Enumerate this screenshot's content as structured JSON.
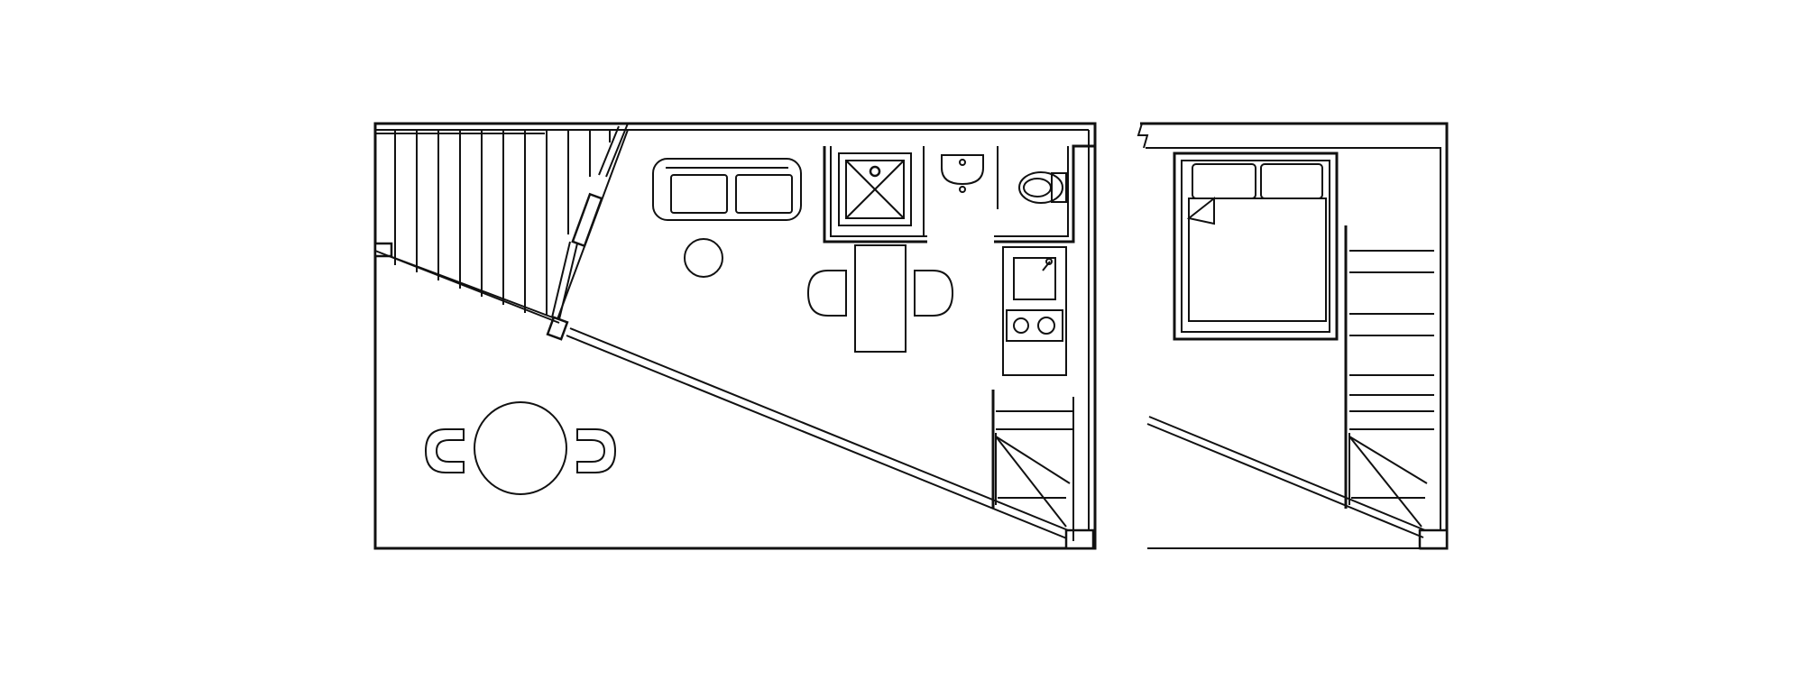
{
  "diagram": {
    "type": "floor-plan",
    "colors": {
      "line": "#111111",
      "background": "#ffffff"
    },
    "levels": [
      {
        "name": "ground-floor",
        "elements": [
          "terrace-decking",
          "sofa",
          "side-table",
          "dining-table",
          "chair",
          "chair",
          "shower",
          "washbasin",
          "toilet",
          "sink",
          "cooktop",
          "staircase",
          "round-table",
          "chair",
          "chair",
          "window"
        ]
      },
      {
        "name": "upper-floor",
        "elements": [
          "double-bed",
          "pillow",
          "pillow",
          "staircase",
          "sloped-roof-line"
        ]
      }
    ]
  }
}
